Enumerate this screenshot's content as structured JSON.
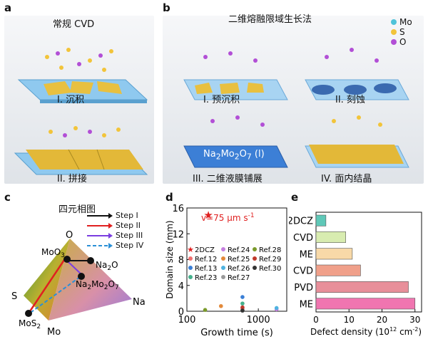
{
  "panel_a": {
    "letter": "a",
    "title": "常规 CVD",
    "step1": "I. 沉积",
    "step2": "II. 拼接"
  },
  "panel_b": {
    "letter": "b",
    "title": "二维熔融限域生长法",
    "step1": "I. 预沉积",
    "step2": "II. 刻蚀",
    "step3": "III. 二维液膜铺展",
    "step4": "IV. 面内结晶",
    "liquid_label": "Na2Mo2O7 (l)",
    "legend": [
      {
        "label": "Mo",
        "color": "#4fc3d9"
      },
      {
        "label": "S",
        "color": "#f2c43a"
      },
      {
        "label": "O",
        "color": "#b24fd6"
      }
    ]
  },
  "panel_c": {
    "letter": "c",
    "title": "四元相图",
    "steps": [
      {
        "label": "Step I",
        "color": "#111111"
      },
      {
        "label": "Step II",
        "color": "#e02020"
      },
      {
        "label": "Step III",
        "color": "#7a3de0"
      },
      {
        "label": "Step IV",
        "color": "#2a8fd6"
      }
    ],
    "vertices": {
      "top": "O",
      "left": "S",
      "right": "Na",
      "bottom": "Mo"
    },
    "points": [
      "MoO3",
      "Na2O",
      "Na2Mo2O7",
      "MoS2"
    ]
  },
  "panel_d": {
    "letter": "d",
    "annotation": "v=75 μm s-1",
    "chart_data": {
      "type": "scatter",
      "xlabel": "Growth time (s)",
      "ylabel": "Domain size (mm)",
      "xscale": "log",
      "xlim": [
        100,
        2500
      ],
      "ylim": [
        0,
        16
      ],
      "xticks": [
        "100",
        "1000"
      ],
      "yticks": [
        "0",
        "4",
        "8",
        "12",
        "16"
      ],
      "series": [
        {
          "name": "2DCZ",
          "color": "#e02020",
          "points": [
            [
              200,
              15
            ]
          ]
        },
        {
          "name": "Ref.12",
          "color": "#f07070",
          "points": [
            [
              600,
              0.4
            ]
          ]
        },
        {
          "name": "Ref.13",
          "color": "#3a7fd6",
          "points": [
            [
              600,
              2.2
            ]
          ]
        },
        {
          "name": "Ref.23",
          "color": "#45b08c",
          "points": [
            [
              600,
              1.2
            ]
          ]
        },
        {
          "name": "Ref.24",
          "color": "#c57fe0",
          "points": [
            [
              1800,
              0.3
            ]
          ]
        },
        {
          "name": "Ref.25",
          "color": "#e38a3a",
          "points": [
            [
              300,
              0.8
            ]
          ]
        },
        {
          "name": "Ref.26",
          "color": "#4fb3e0",
          "points": [
            [
              1800,
              0.5
            ]
          ]
        },
        {
          "name": "Ref.27",
          "color": "#9a9a9a",
          "points": [
            [
              600,
              0.2
            ]
          ]
        },
        {
          "name": "Ref.28",
          "color": "#7a9a2a",
          "points": [
            [
              180,
              0.2
            ]
          ]
        },
        {
          "name": "Ref.29",
          "color": "#c0392b",
          "points": [
            [
              600,
              0.6
            ]
          ]
        },
        {
          "name": "Ref.30",
          "color": "#333333",
          "points": [
            [
              600,
              0.1
            ]
          ]
        }
      ]
    }
  },
  "panel_e": {
    "letter": "e",
    "chart_data": {
      "type": "bar",
      "orientation": "horizontal",
      "xlabel": "Defect density (10^12 cm^-2)",
      "xlim": [
        0,
        32
      ],
      "xticks": [
        "0",
        "10",
        "20",
        "30"
      ],
      "categories": [
        "2DCZ",
        "CVD",
        "ME",
        "CVD",
        "PVD",
        "ME"
      ],
      "values": [
        3,
        9,
        11,
        13.5,
        28,
        30
      ],
      "colors": [
        "#5fc8b8",
        "#d8ecb0",
        "#f8d9a8",
        "#f0a08a",
        "#e88f9a",
        "#f075b0"
      ]
    }
  }
}
